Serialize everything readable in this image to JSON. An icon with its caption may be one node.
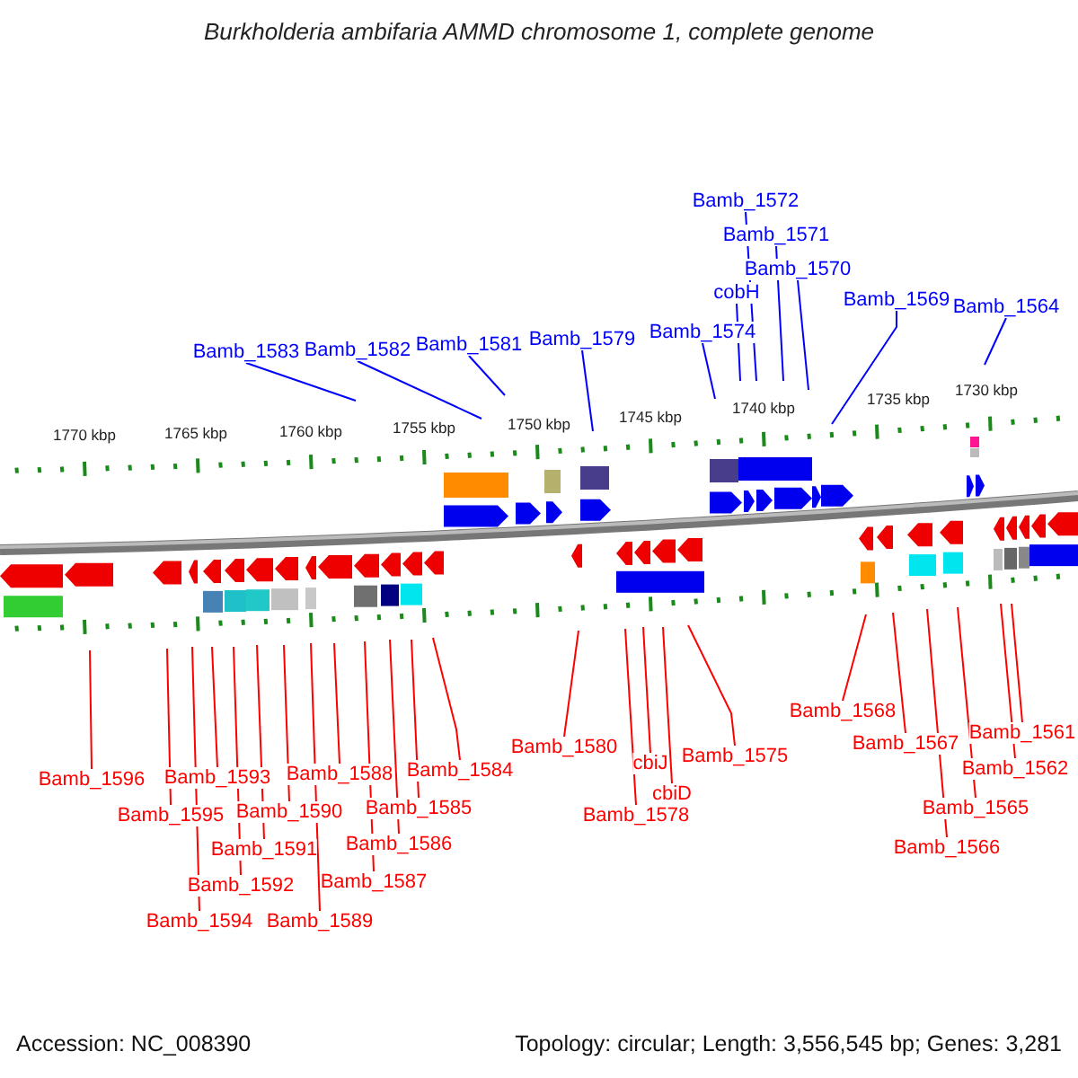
{
  "diagram": {
    "title": "Burkholderia ambifaria AMMD chromosome 1, complete genome",
    "nodes": [
      {
        "text": [
          "Bamb_1572"
        ]
      },
      {
        "text": [
          "Bamb_1571"
        ]
      },
      {
        "text": [
          "Bamb_1570"
        ]
      },
      {
        "text": [
          "cobH"
        ]
      },
      {
        "text": [
          "Bamb_1569"
        ]
      },
      {
        "text": [
          "Bamb_1564"
        ]
      },
      {
        "text": [
          "Bamb_1574"
        ]
      },
      {
        "text": [
          "Bamb_1579"
        ]
      },
      {
        "text": [
          "Bamb_1581"
        ]
      },
      {
        "text": [
          "Bamb_1582"
        ]
      },
      {
        "text": [
          "Bamb_1583"
        ]
      },
      {
        "text": [
          "Bamb_1561"
        ]
      },
      {
        "text": [
          "Bamb_1568"
        ]
      },
      {
        "text": [
          "Bamb_1584"
        ]
      },
      {
        "text": [
          "Bamb_1588"
        ]
      },
      {
        "text": [
          "Bamb_1596"
        ]
      },
      {
        "text": [
          "Bamb_1593"
        ]
      },
      {
        "text": [
          "Bamb_1562"
        ]
      },
      {
        "text": [
          "Bamb_1580"
        ]
      },
      {
        "text": [
          "Bamb_1575"
        ]
      },
      {
        "text": [
          "cbiJ"
        ]
      },
      {
        "text": [
          "Bamb_1567"
        ]
      },
      {
        "text": [
          "Bamb_1585"
        ]
      },
      {
        "text": [
          "Bamb_1590"
        ]
      },
      {
        "text": [
          "Bamb_1595"
        ]
      },
      {
        "text": [
          "cbiD"
        ]
      },
      {
        "text": [
          "Bamb_1565"
        ]
      },
      {
        "text": [
          "Bamb_1578"
        ]
      },
      {
        "text": [
          "Bamb_1586"
        ]
      },
      {
        "text": [
          "Bamb_1591"
        ]
      },
      {
        "text": [
          "Bamb_1566"
        ]
      },
      {
        "text": [
          "Bamb_1587"
        ]
      },
      {
        "text": [
          "Bamb_1592"
        ]
      },
      {
        "text": [
          "Bamb_1594"
        ]
      },
      {
        "text": [
          "Bamb_1589"
        ]
      }
    ],
    "edges": [
      {
        "from": 0,
        "to": null,
        "arrow": "none",
        "color": "#0000ff"
      },
      {
        "from": 1,
        "to": null,
        "arrow": "none",
        "color": "#0000ff"
      },
      {
        "from": 2,
        "to": null,
        "arrow": "none",
        "color": "#0000ff"
      },
      {
        "from": 3,
        "to": null,
        "arrow": "none",
        "color": "#0000ff"
      },
      {
        "from": 4,
        "to": null,
        "arrow": "none",
        "color": "#0000ff"
      },
      {
        "from": 5,
        "to": null,
        "arrow": "none",
        "color": "#0000ff"
      },
      {
        "from": 6,
        "to": null,
        "arrow": "none",
        "color": "#0000ff"
      },
      {
        "from": 7,
        "to": null,
        "arrow": "none",
        "color": "#0000ff"
      },
      {
        "from": 8,
        "to": null,
        "arrow": "none",
        "color": "#0000ff"
      },
      {
        "from": 9,
        "to": null,
        "arrow": "none",
        "color": "#0000ff"
      },
      {
        "from": 10,
        "to": null,
        "arrow": "none",
        "color": "#0000ff"
      },
      {
        "from": 11,
        "to": null,
        "arrow": "none"
      },
      {
        "from": 12,
        "to": null,
        "arrow": "none"
      },
      {
        "from": 13,
        "to": null,
        "arrow": "none"
      },
      {
        "from": 14,
        "to": null,
        "arrow": "none"
      },
      {
        "from": 15,
        "to": null,
        "arrow": "none"
      },
      {
        "from": 16,
        "to": null,
        "arrow": "none"
      },
      {
        "from": 17,
        "to": null,
        "arrow": "none"
      },
      {
        "from": 18,
        "to": null,
        "arrow": "none"
      },
      {
        "from": 19,
        "to": null,
        "arrow": "none"
      },
      {
        "from": 20,
        "to": null,
        "arrow": "none"
      },
      {
        "from": 21,
        "to": null,
        "arrow": "none"
      },
      {
        "from": 22,
        "to": null,
        "arrow": "none"
      },
      {
        "from": 23,
        "to": null,
        "arrow": "none"
      },
      {
        "from": 24,
        "to": null,
        "arrow": "none"
      },
      {
        "from": 25,
        "to": null,
        "arrow": "none"
      },
      {
        "from": 26,
        "to": null,
        "arrow": "none"
      },
      {
        "from": 27,
        "to": null,
        "arrow": "none"
      },
      {
        "from": 28,
        "to": null,
        "arrow": "none"
      },
      {
        "from": 29,
        "to": null,
        "arrow": "none"
      },
      {
        "from": 30,
        "to": null,
        "arrow": "none"
      },
      {
        "from": 31,
        "to": null,
        "arrow": "none"
      },
      {
        "from": 32,
        "to": null,
        "arrow": "none"
      },
      {
        "from": 33,
        "to": null,
        "arrow": "none"
      },
      {
        "from": 34,
        "to": null,
        "arrow": "none"
      }
    ],
    "labels": [
      "1730 kbp",
      "1735 kbp",
      "1740 kbp",
      "1745 kbp",
      "1750 kbp",
      "1755 kbp",
      "1760 kbp",
      "1765 kbp",
      "1770 kbp",
      "Accession: NC_008390",
      "Topology: circular; Length: 3,556,545 bp; Genes: 3,281"
    ]
  }
}
